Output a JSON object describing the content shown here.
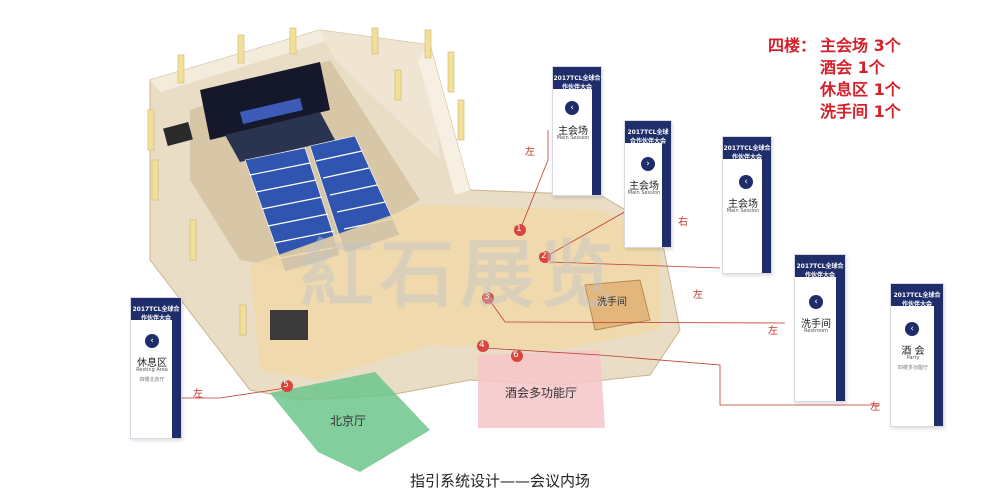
{
  "legend": {
    "floor": "四楼：",
    "items": [
      "主会场 3个",
      "酒会 1个",
      "休息区 1个",
      "洗手间 1个"
    ]
  },
  "caption": "指引系统设计——会议内场",
  "watermark": "紅石展览",
  "zones": {
    "beijing": "北京厅",
    "banquet": "酒会多功能厅",
    "washroom": "洗手间"
  },
  "direction_labels": [
    "左",
    "右",
    "左",
    "左",
    "左",
    "左"
  ],
  "markers": [
    "1",
    "2",
    "3",
    "4",
    "5",
    "6"
  ],
  "signs": [
    {
      "brand": "2017TCL全球合作伙伴大会",
      "arrow": "‹",
      "zh": "主会场",
      "en": "Main Session",
      "en2": ""
    },
    {
      "brand": "2017TCL全球合作伙伴大会",
      "arrow": "›",
      "zh": "主会场",
      "en": "Main Session",
      "en2": ""
    },
    {
      "brand": "2017TCL全球合作伙伴大会",
      "arrow": "‹",
      "zh": "主会场",
      "en": "Main Session",
      "en2": ""
    },
    {
      "brand": "2017TCL全球合作伙伴大会",
      "arrow": "‹",
      "zh": "休息区",
      "en": "Resting Area",
      "en2": "四楼北京厅"
    },
    {
      "brand": "2017TCL全球合作伙伴大会",
      "arrow": "‹",
      "zh": "洗手间",
      "en": "Restroom",
      "en2": ""
    },
    {
      "brand": "2017TCL全球合作伙伴大会",
      "arrow": "‹",
      "zh": "酒 会",
      "en": "Party",
      "en2": "四楼多功能厅"
    }
  ],
  "colors": {
    "legend": "#d4202a",
    "sign_blue": "#1f2e6b",
    "beijing_zone": "#6cc58c",
    "banquet_zone": "#f6c5c8",
    "marker": "#d9463d"
  }
}
